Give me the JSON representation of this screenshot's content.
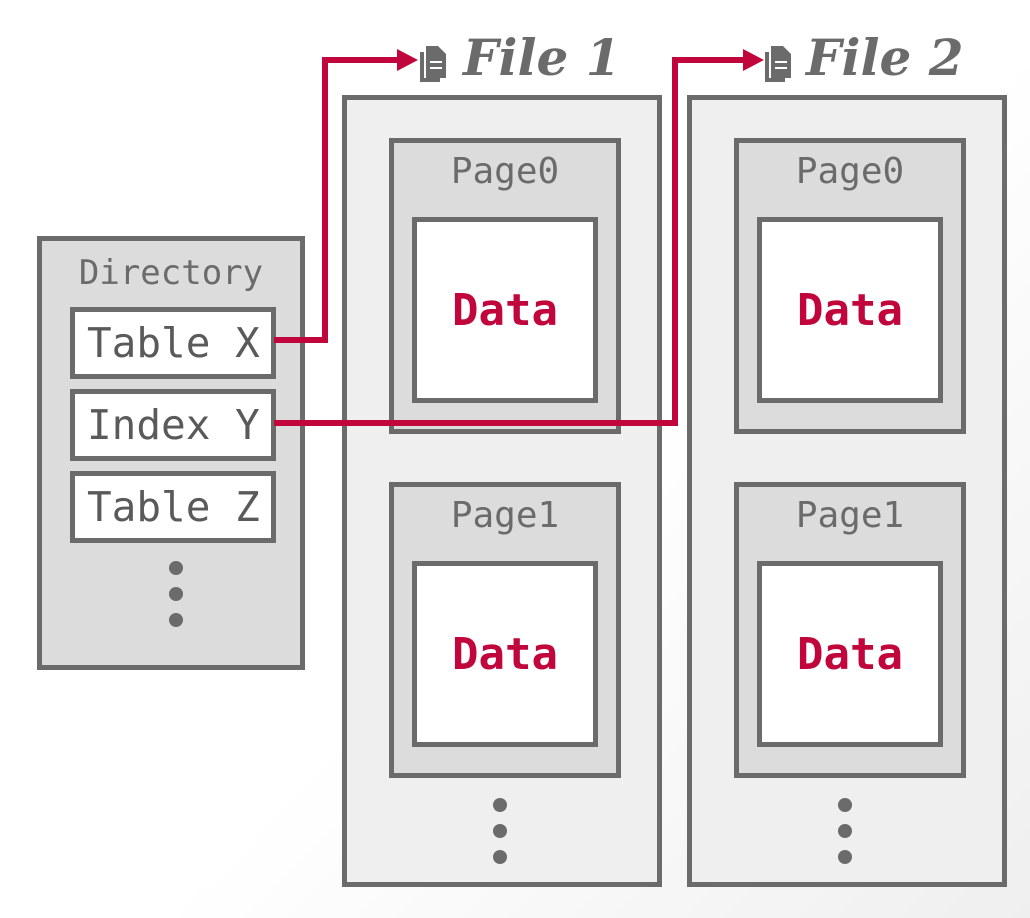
{
  "directory": {
    "title": "Directory",
    "entries": [
      "Table X",
      "Index Y",
      "Table Z"
    ]
  },
  "files": [
    {
      "label": "File 1",
      "pages": [
        {
          "title": "Page0",
          "data": "Data"
        },
        {
          "title": "Page1",
          "data": "Data"
        }
      ]
    },
    {
      "label": "File 2",
      "pages": [
        {
          "title": "Page0",
          "data": "Data"
        },
        {
          "title": "Page1",
          "data": "Data"
        }
      ]
    }
  ],
  "colors": {
    "arrow": "#c0063c",
    "border": "#6b6b6b",
    "data_text": "#c0063c"
  },
  "icons": [
    "file-icon"
  ]
}
